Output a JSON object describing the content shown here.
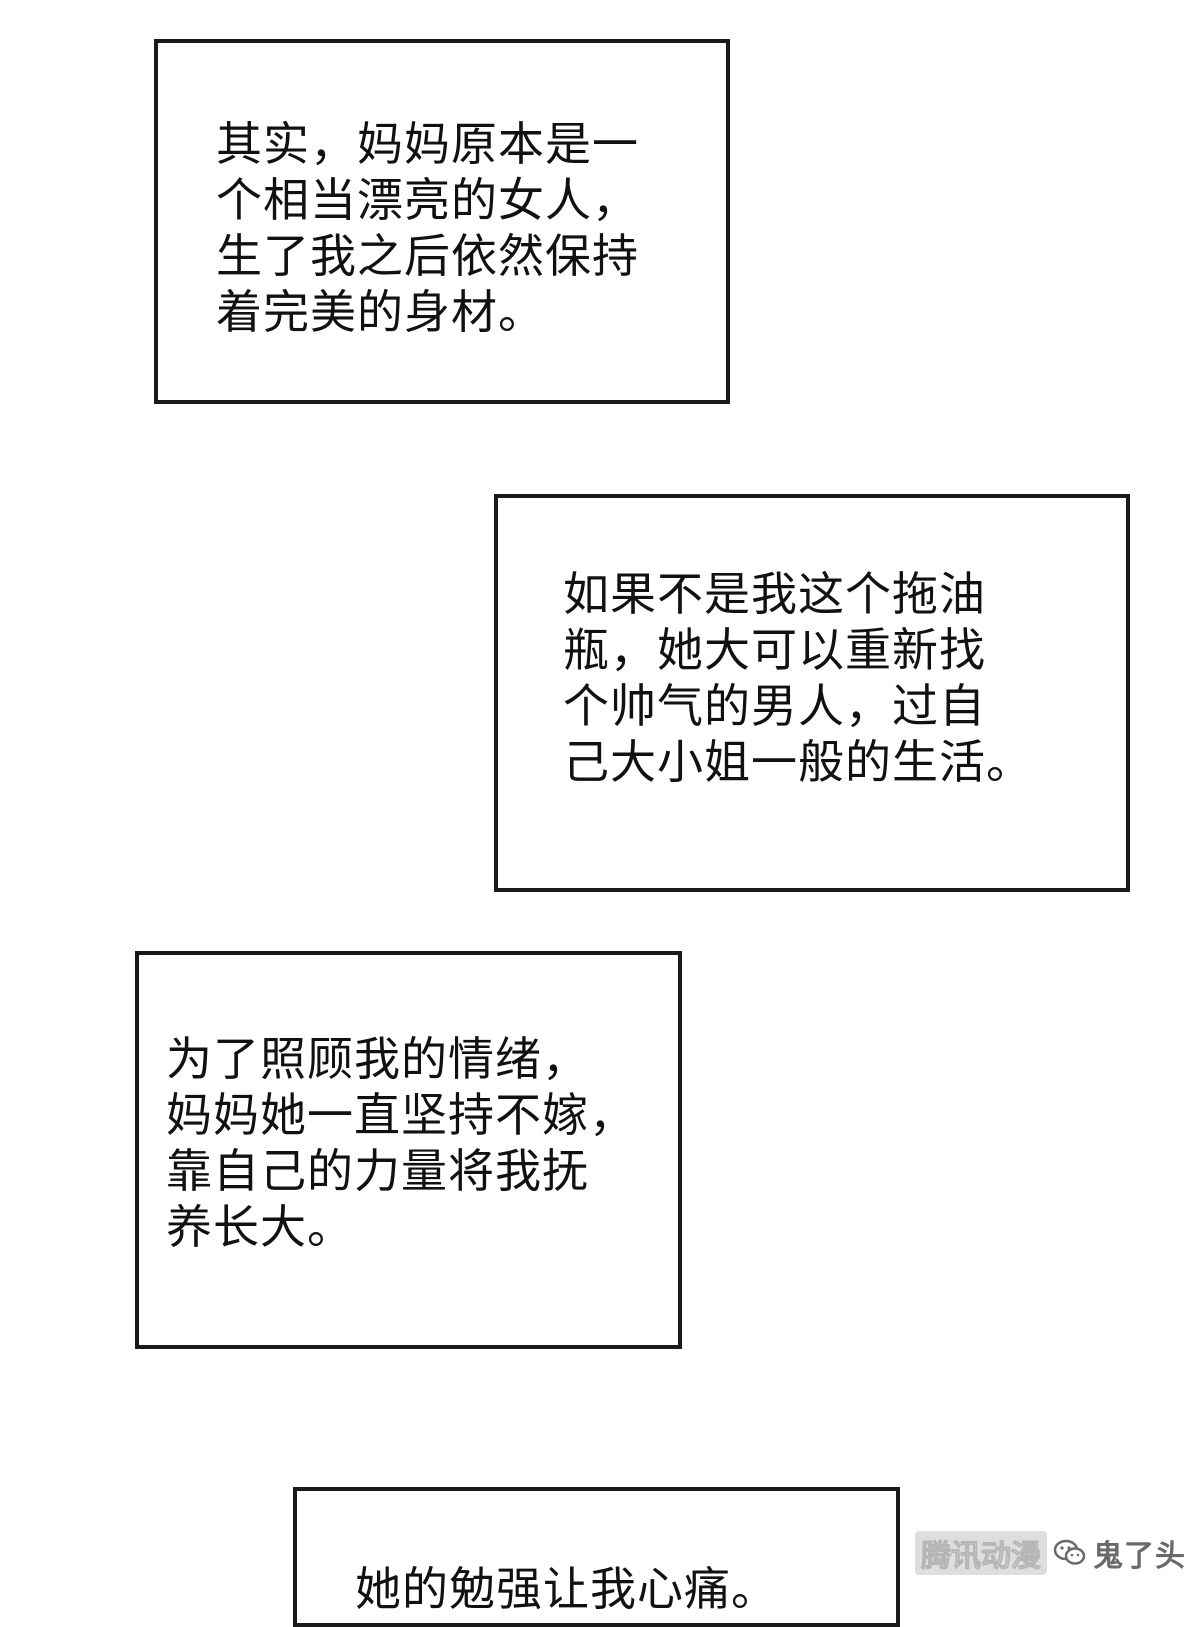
{
  "panels": [
    {
      "lines": [
        "其实，妈妈原本是一",
        "个相当漂亮的女人，",
        "生了我之后依然保持",
        "着完美的身材。"
      ]
    },
    {
      "lines": [
        "如果不是我这个拖油",
        "瓶，她大可以重新找",
        "个帅气的男人，过自",
        "己大小姐一般的生活。"
      ]
    },
    {
      "lines": [
        "为了照顾我的情绪，",
        "妈妈她一直坚持不嫁，",
        "靠自己的力量将我抚",
        "养长大。"
      ]
    },
    {
      "lines": [
        "她的勉强让我心痛。"
      ]
    }
  ],
  "watermark": {
    "icon": "wechat-icon",
    "brand": "腾讯动漫",
    "account": "鬼了头"
  },
  "colors": {
    "border": "#1a1a1a",
    "text": "#111111",
    "background": "#ffffff"
  }
}
